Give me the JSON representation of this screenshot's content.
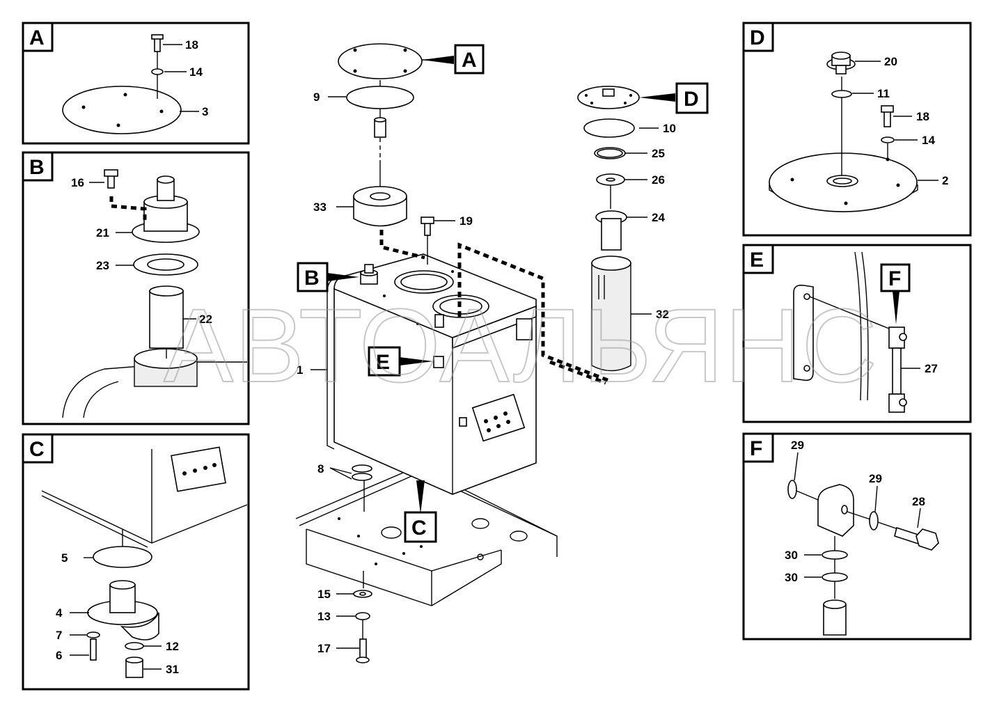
{
  "sections": {
    "A": "A",
    "B": "B",
    "C": "C",
    "D": "D",
    "E": "E",
    "F": "F"
  },
  "callouts": {
    "main_a": "A",
    "main_b": "B",
    "main_c": "C",
    "main_d": "D",
    "main_e": "E",
    "main_f": "F"
  },
  "parts": {
    "p1": "1",
    "p2": "2",
    "p3": "3",
    "p4": "4",
    "p5": "5",
    "p6": "6",
    "p7": "7",
    "p8": "8",
    "p9": "9",
    "p10": "10",
    "p11": "11",
    "p12": "12",
    "p13": "13",
    "p14a": "14",
    "p14d": "14",
    "p15": "15",
    "p16": "16",
    "p17": "17",
    "p18a": "18",
    "p18d": "18",
    "p19": "19",
    "p20": "20",
    "p21": "21",
    "p22": "22",
    "p23": "23",
    "p24": "24",
    "p25": "25",
    "p26": "26",
    "p27": "27",
    "p28": "28",
    "p29a": "29",
    "p29b": "29",
    "p30a": "30",
    "p30b": "30",
    "p31": "31",
    "p32": "32",
    "p33": "33"
  },
  "watermark": "АВТОАЛЬЯНС"
}
